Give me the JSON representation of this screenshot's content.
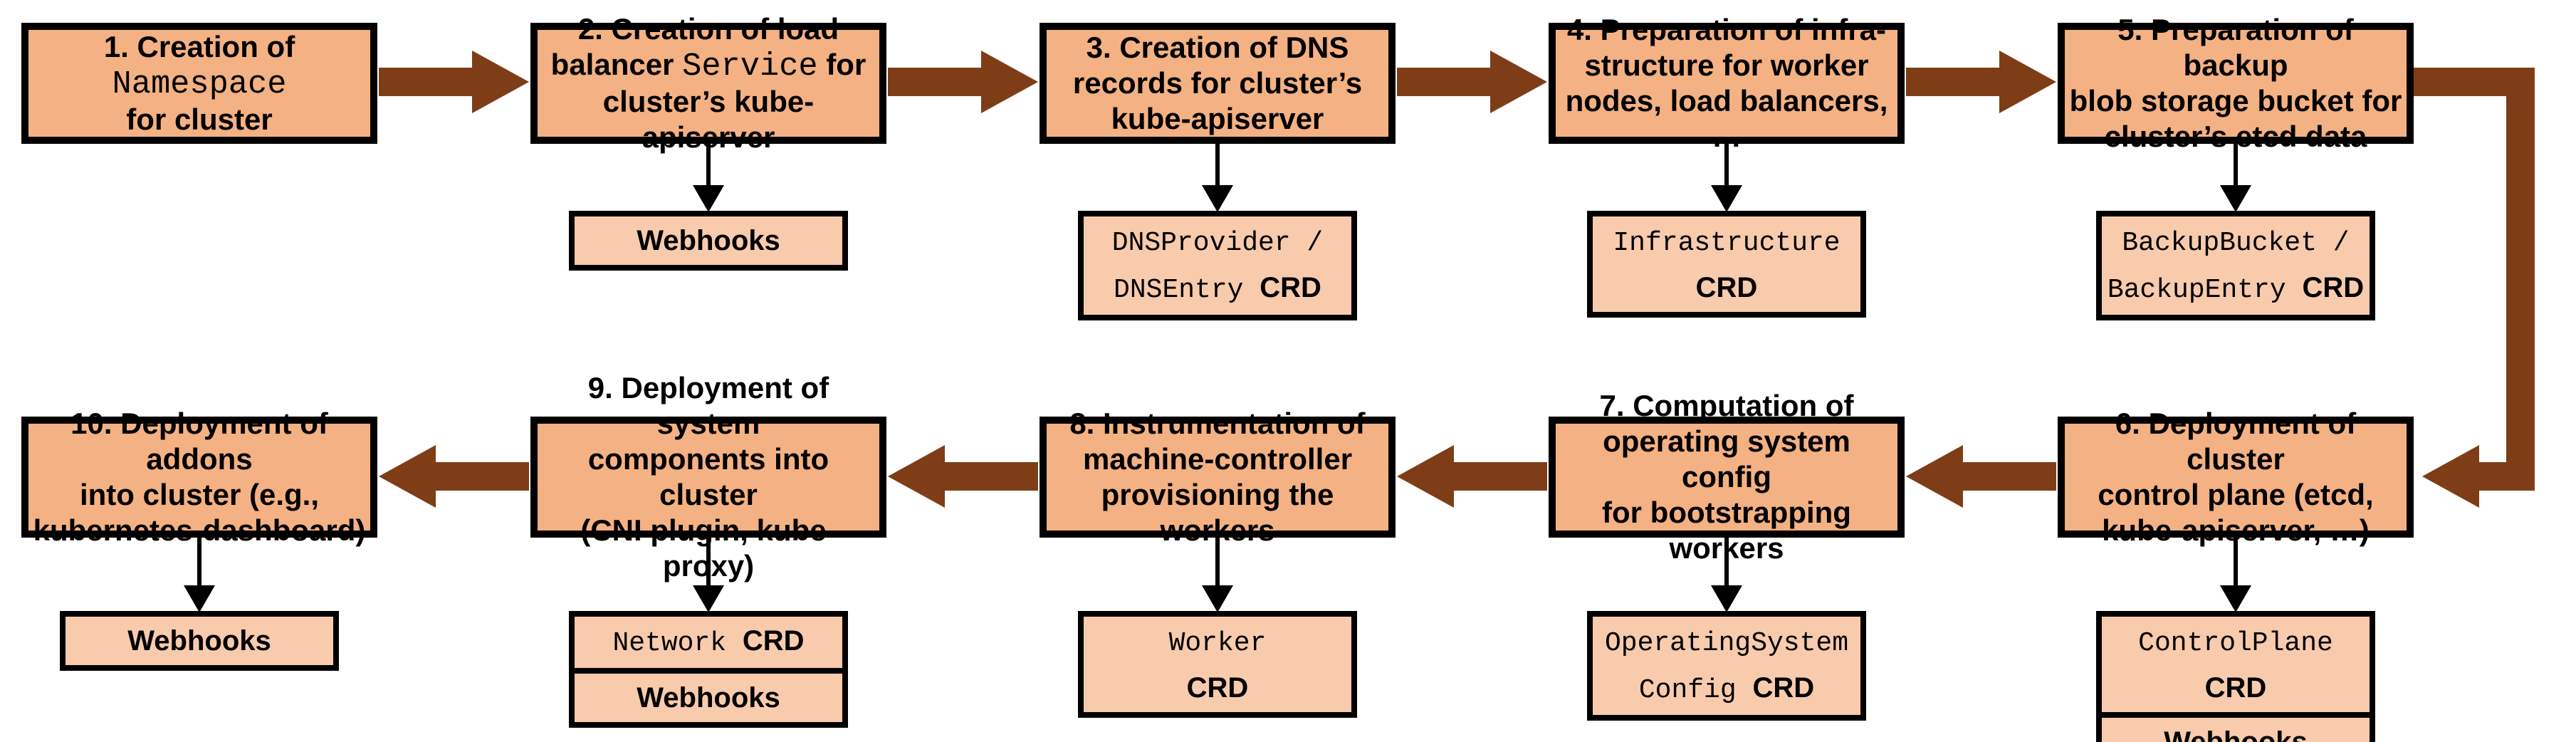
{
  "diagram": {
    "type": "flowchart",
    "description": "Cluster reconciliation flow: ten numbered steps in two rows with CRD / webhook extension points",
    "colors": {
      "box_fill": "#F4B183",
      "subbox_fill": "#F8CBAD",
      "arrow_brown": "#7E3D16",
      "line_black": "#000000",
      "background": "#FFFFFF"
    },
    "rows": [
      {
        "direction": "right",
        "steps": [
          {
            "name": "step-1-create-namespace",
            "label_lines": [
              [
                {
                  "t": "1. Creation of"
                }
              ],
              [
                {
                  "t": "Namespace",
                  "m": true
                }
              ],
              [
                {
                  "t": "for cluster"
                }
              ]
            ],
            "sub": null
          },
          {
            "name": "step-2-create-load-balancer-service",
            "label_lines": [
              [
                {
                  "t": "2. Creation of load"
                }
              ],
              [
                {
                  "t": "balancer "
                },
                {
                  "t": "Service",
                  "m": true
                },
                {
                  "t": " for"
                }
              ],
              [
                {
                  "t": "cluster’s kube-apiserver"
                }
              ]
            ],
            "sub": {
              "name": "webhooks-box-step-2",
              "cells": [
                {
                  "lines": [
                    [
                      {
                        "t": "Webhooks"
                      }
                    ]
                  ]
                }
              ]
            }
          },
          {
            "name": "step-3-create-dns-records",
            "label_lines": [
              [
                {
                  "t": "3. Creation of DNS"
                }
              ],
              [
                {
                  "t": "records for cluster’s"
                }
              ],
              [
                {
                  "t": "kube-apiserver"
                }
              ]
            ],
            "sub": {
              "name": "dns-crd-box",
              "cells": [
                {
                  "lines": [
                    [
                      {
                        "t": "DNSProvider /",
                        "m": true
                      }
                    ],
                    [
                      {
                        "t": "DNSEntry ",
                        "m": true
                      },
                      {
                        "t": "CRD"
                      }
                    ]
                  ]
                }
              ]
            }
          },
          {
            "name": "step-4-prepare-infrastructure",
            "label_lines": [
              [
                {
                  "t": "4. Preparation of infra-"
                }
              ],
              [
                {
                  "t": "structure for worker"
                }
              ],
              [
                {
                  "t": "nodes, load balancers, …"
                }
              ]
            ],
            "sub": {
              "name": "infrastructure-crd-box",
              "cells": [
                {
                  "lines": [
                    [
                      {
                        "t": "Infrastructure",
                        "m": true
                      }
                    ],
                    [
                      {
                        "t": "CRD"
                      }
                    ]
                  ]
                }
              ]
            }
          },
          {
            "name": "step-5-prepare-backup-bucket",
            "label_lines": [
              [
                {
                  "t": "5. Preparation of backup"
                }
              ],
              [
                {
                  "t": "blob storage bucket for"
                }
              ],
              [
                {
                  "t": "cluster’s etcd data"
                }
              ]
            ],
            "sub": {
              "name": "backup-crd-box",
              "cells": [
                {
                  "lines": [
                    [
                      {
                        "t": "BackupBucket /",
                        "m": true
                      }
                    ],
                    [
                      {
                        "t": "BackupEntry ",
                        "m": true
                      },
                      {
                        "t": "CRD"
                      }
                    ]
                  ]
                }
              ]
            }
          }
        ]
      },
      {
        "direction": "left",
        "steps": [
          {
            "name": "step-6-deploy-control-plane",
            "label_lines": [
              [
                {
                  "t": "6. Deployment of cluster"
                }
              ],
              [
                {
                  "t": "control plane (etcd,"
                }
              ],
              [
                {
                  "t": "kube-apiserver, …)"
                }
              ]
            ],
            "sub": {
              "name": "controlplane-crd-webhooks-box",
              "cells": [
                {
                  "lines": [
                    [
                      {
                        "t": "ControlPlane ",
                        "m": true
                      },
                      {
                        "t": "CRD"
                      }
                    ]
                  ]
                },
                {
                  "lines": [
                    [
                      {
                        "t": "Webhooks"
                      }
                    ]
                  ]
                }
              ]
            }
          },
          {
            "name": "step-7-compute-os-config",
            "label_lines": [
              [
                {
                  "t": "7. Computation of"
                }
              ],
              [
                {
                  "t": "operating system config"
                }
              ],
              [
                {
                  "t": "for bootstrapping workers"
                }
              ]
            ],
            "sub": {
              "name": "operatingsystemconfig-crd-box",
              "cells": [
                {
                  "lines": [
                    [
                      {
                        "t": "OperatingSystem",
                        "m": true
                      }
                    ],
                    [
                      {
                        "t": "Config ",
                        "m": true
                      },
                      {
                        "t": "CRD"
                      }
                    ]
                  ]
                }
              ]
            }
          },
          {
            "name": "step-8-instrument-machine-controller",
            "label_lines": [
              [
                {
                  "t": "8. Instrumentation of"
                }
              ],
              [
                {
                  "t": "machine-controller"
                }
              ],
              [
                {
                  "t": "provisioning the workers"
                }
              ]
            ],
            "sub": {
              "name": "worker-crd-box",
              "cells": [
                {
                  "lines": [
                    [
                      {
                        "t": "Worker",
                        "m": true
                      }
                    ],
                    [
                      {
                        "t": "CRD"
                      }
                    ]
                  ]
                }
              ]
            }
          },
          {
            "name": "step-9-deploy-system-components",
            "label_lines": [
              [
                {
                  "t": "9. Deployment of system"
                }
              ],
              [
                {
                  "t": "components into cluster"
                }
              ],
              [
                {
                  "t": "(CNI plugin, kube-proxy)"
                }
              ]
            ],
            "sub": {
              "name": "network-crd-webhooks-box",
              "cells": [
                {
                  "lines": [
                    [
                      {
                        "t": "Network ",
                        "m": true
                      },
                      {
                        "t": "CRD"
                      }
                    ]
                  ]
                },
                {
                  "lines": [
                    [
                      {
                        "t": "Webhooks"
                      }
                    ]
                  ]
                }
              ]
            }
          },
          {
            "name": "step-10-deploy-addons",
            "label_lines": [
              [
                {
                  "t": "10. Deployment of addons"
                }
              ],
              [
                {
                  "t": "into cluster (e.g.,"
                }
              ],
              [
                {
                  "t": "kubernetes-dashboard)"
                }
              ]
            ],
            "sub": {
              "name": "webhooks-box-step-10",
              "cells": [
                {
                  "lines": [
                    [
                      {
                        "t": "Webhooks"
                      }
                    ]
                  ]
                }
              ]
            }
          }
        ]
      }
    ]
  }
}
